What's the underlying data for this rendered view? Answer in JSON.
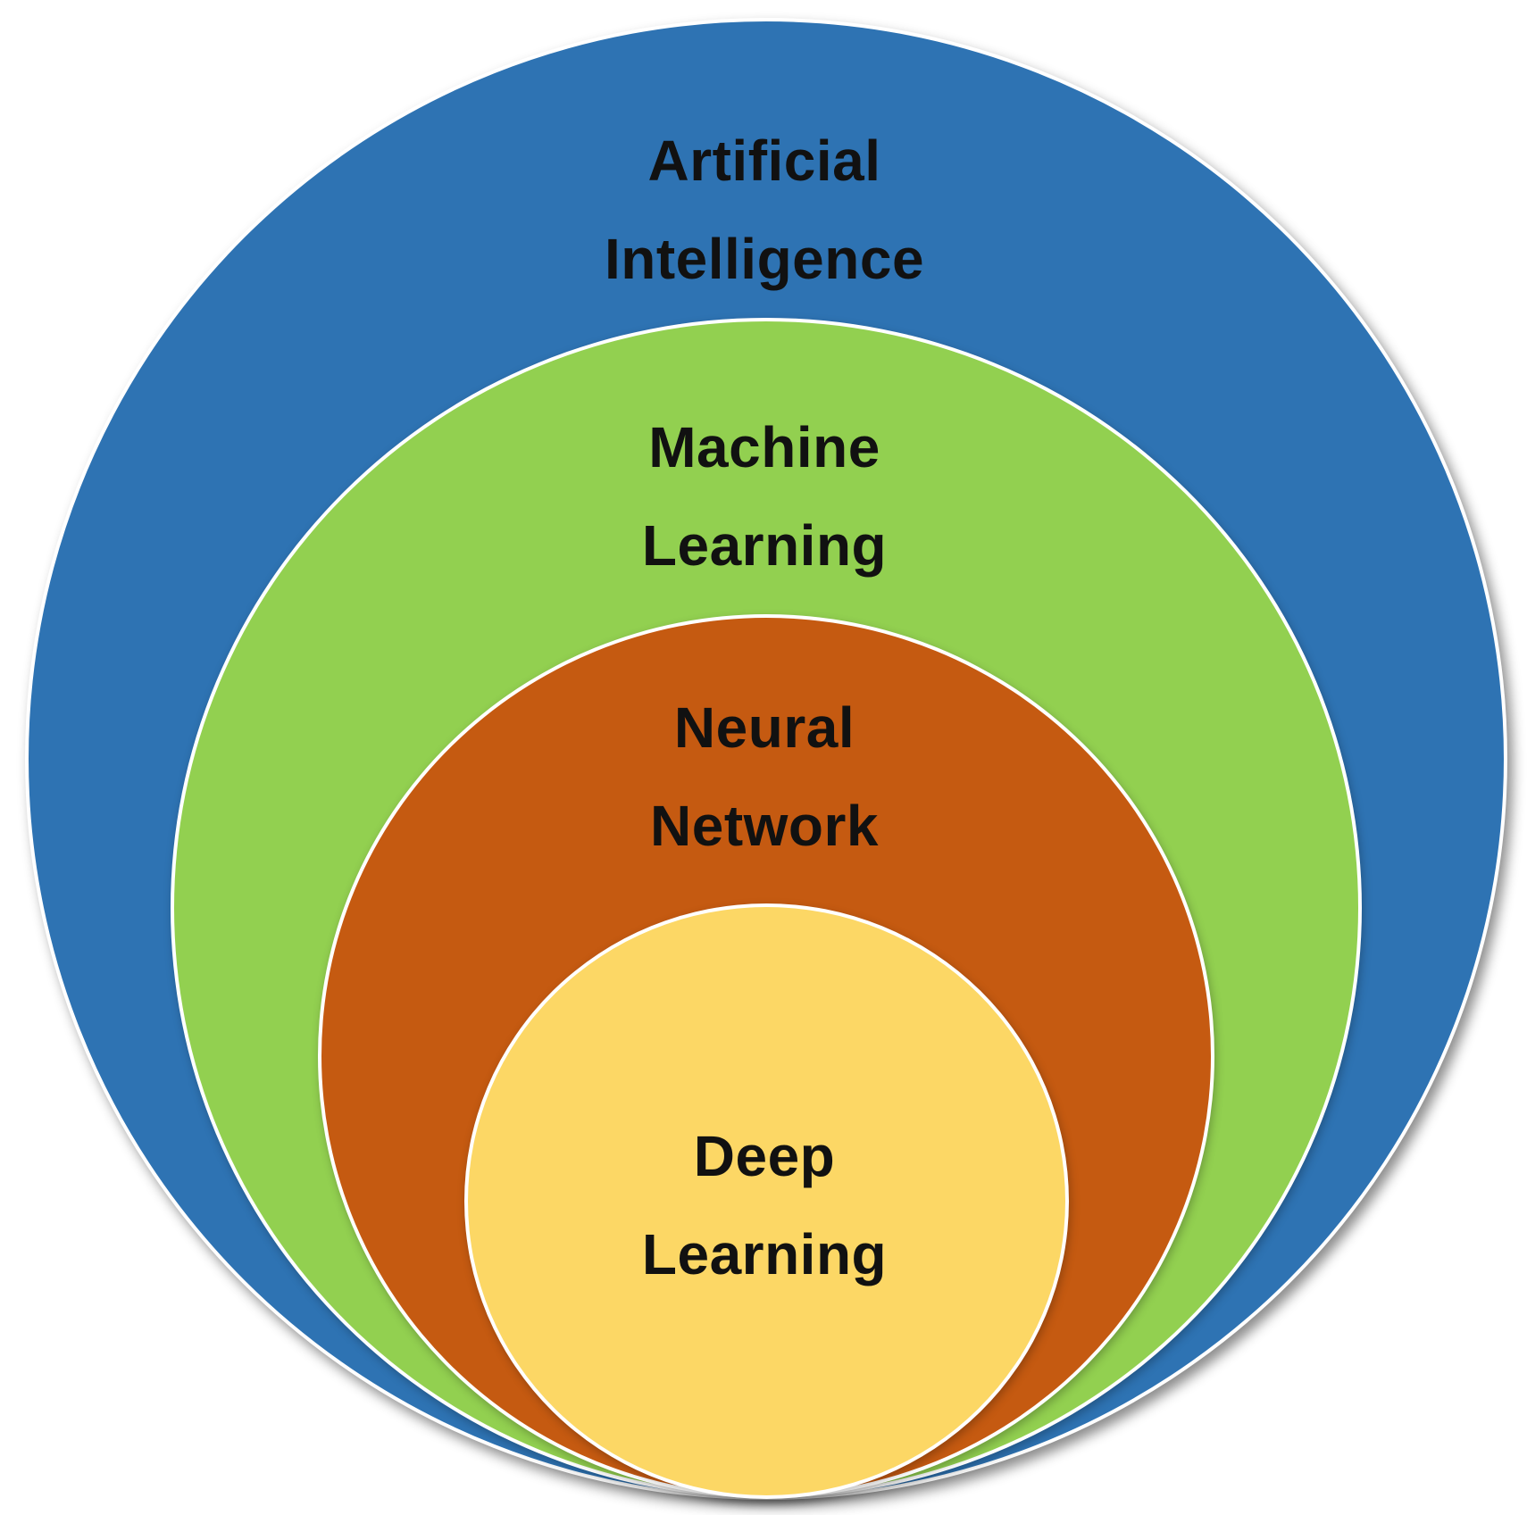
{
  "diagram": {
    "layers": [
      {
        "id": "ai",
        "lines": [
          "Artificial",
          "Intelligence"
        ],
        "color": "#2E73B3"
      },
      {
        "id": "ml",
        "lines": [
          "Machine",
          "Learning"
        ],
        "color": "#92D050"
      },
      {
        "id": "nn",
        "lines": [
          "Neural",
          "Network"
        ],
        "color": "#C55A11"
      },
      {
        "id": "dl",
        "lines": [
          "Deep",
          "Learning"
        ],
        "color": "#FCD765"
      }
    ]
  }
}
